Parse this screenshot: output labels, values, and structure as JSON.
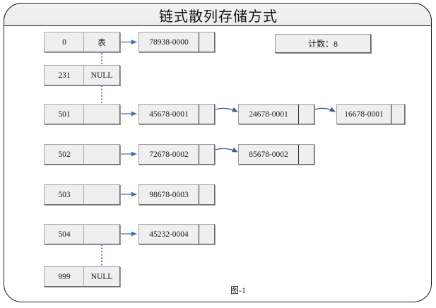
{
  "title": "链式散列存储方式",
  "caption": "图-1",
  "counter": {
    "label": "计数：8"
  },
  "colors": {
    "frame_border": "#1d1d1d",
    "box_fill": "#efefef",
    "box_border": "#a0a0a0",
    "arrow_solid": "#4a6fa5",
    "arrow_curve": "#3d5a8a",
    "dotted_link": "#5a7fc0",
    "title_bg": "#efefef"
  },
  "diagram": {
    "type": "hash-table-chaining",
    "bucket_column_header": "",
    "head_cell_first_label": "表",
    "null_label": "NULL",
    "rows": [
      {
        "key": "0",
        "head_label": "表",
        "head_is_null": false,
        "nodes": [
          "78938-0000"
        ]
      },
      {
        "key": "231",
        "head_label": "NULL",
        "head_is_null": true,
        "nodes": []
      },
      {
        "key": "501",
        "head_label": "",
        "head_is_null": false,
        "nodes": [
          "45678-0001",
          "24678-0001",
          "16678-0001"
        ]
      },
      {
        "key": "502",
        "head_label": "",
        "head_is_null": false,
        "nodes": [
          "72678-0002",
          "85678-0002"
        ]
      },
      {
        "key": "503",
        "head_label": "",
        "head_is_null": false,
        "nodes": [
          "98678-0003"
        ]
      },
      {
        "key": "504",
        "head_label": "",
        "head_is_null": false,
        "nodes": [
          "45232-0004"
        ]
      },
      {
        "key": "999",
        "head_label": "NULL",
        "head_is_null": true,
        "nodes": []
      }
    ]
  }
}
